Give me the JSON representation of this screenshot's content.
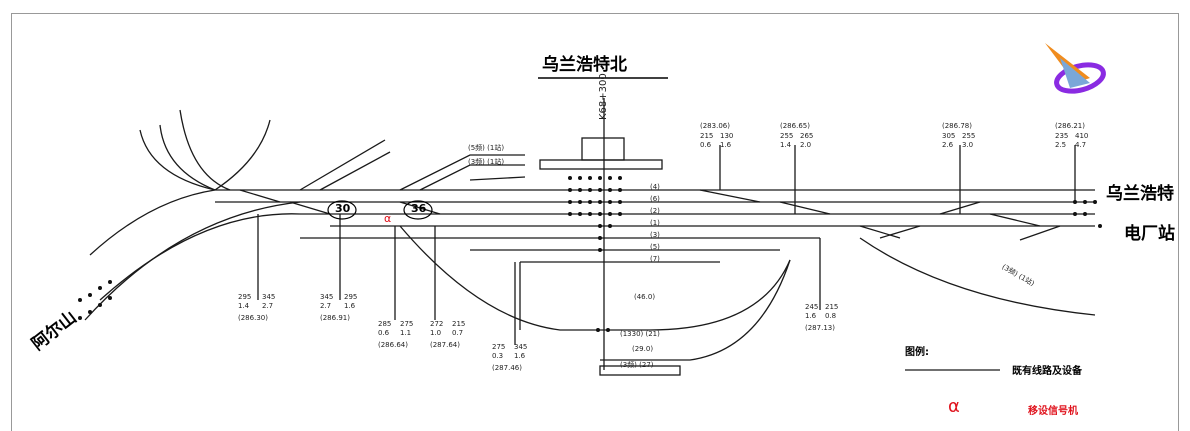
{
  "stations": {
    "main": "乌兰浩特北",
    "mileage": "K68+300",
    "right_upper": "乌兰浩特",
    "right_lower": "电厂站",
    "left": "阿尔山"
  },
  "switch_numbers": [
    "30",
    "36"
  ],
  "track_numbers": [
    "(4)",
    "(6)",
    "(2)",
    "(1)",
    "(3)",
    "(5)",
    "(7)"
  ],
  "small_labels": {
    "siding_top1": "(5频) (1站)",
    "siding_top2": "(3频) (1站)",
    "lower_track": "(1330) (21)",
    "lower_track2": "(29.0)",
    "lower_track3": "(3频) (27)",
    "mid_value": "(46.0)",
    "diag_label": "(3频) (1站)"
  },
  "mileage_boxes": [
    {
      "top": "(283.06)",
      "a": "215",
      "b": "130",
      "c": "0.6",
      "d": "1.6"
    },
    {
      "top": "(286.65)",
      "a": "255",
      "b": "265",
      "c": "1.4",
      "d": "2.0"
    },
    {
      "top": "(286.78)",
      "a": "305",
      "b": "255",
      "c": "2.6",
      "d": "3.0"
    },
    {
      "top": "(286.21)",
      "a": "235",
      "b": "410",
      "c": "2.5",
      "d": "4.7"
    },
    {
      "bottom": "(286.30)",
      "a": "295",
      "b": "345",
      "c": "1.4",
      "d": "2.7"
    },
    {
      "bottom": "(286.91)",
      "a": "345",
      "b": "295",
      "c": "2.7",
      "d": "1.6"
    },
    {
      "bottom": "(286.64)",
      "a": "285",
      "b": "275",
      "c": "0.6",
      "d": "1.1"
    },
    {
      "bottom": "(287.64)",
      "a": "272",
      "b": "215",
      "c": "1.0",
      "d": "0.7"
    },
    {
      "bottom": "(287.46)",
      "a": "275",
      "b": "345",
      "c": "0.3",
      "d": "1.6"
    },
    {
      "bottom": "(287.13)",
      "a": "245",
      "b": "215",
      "c": "1.6",
      "d": "0.8"
    }
  ],
  "legend": {
    "title": "图例:",
    "existing": "既有线路及设备",
    "relocated_symbol": "α",
    "relocated": "移设信号机"
  },
  "colors": {
    "line": "#1a1a1a",
    "accent": "#e0141e",
    "logo_purple": "#8a2be2",
    "logo_orange": "#f08c1e"
  },
  "icons": [
    "logo-icon",
    "signal-icon",
    "station-building-icon"
  ]
}
